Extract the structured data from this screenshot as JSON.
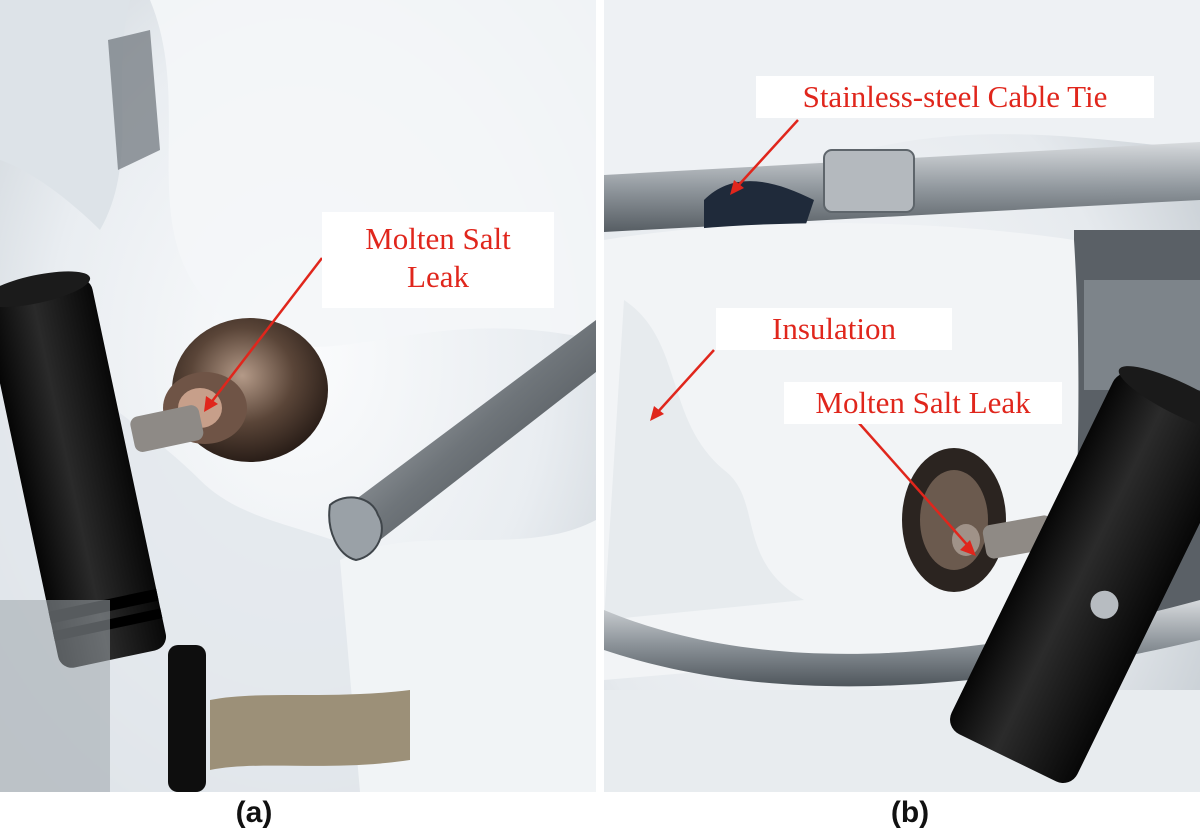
{
  "figure": {
    "panels": [
      {
        "caption": "(a)",
        "annotations": [
          {
            "line1": "Molten Salt",
            "line2": "Leak"
          }
        ]
      },
      {
        "caption": "(b)",
        "annotations": [
          {
            "text": "Stainless-steel Cable Tie"
          },
          {
            "text": "Insulation"
          },
          {
            "text": "Molten Salt Leak"
          }
        ]
      }
    ],
    "colors": {
      "label_text": "#e0261c",
      "arrow": "#e0261c",
      "insulation": "#eef1f4",
      "handle": "#111111"
    }
  }
}
